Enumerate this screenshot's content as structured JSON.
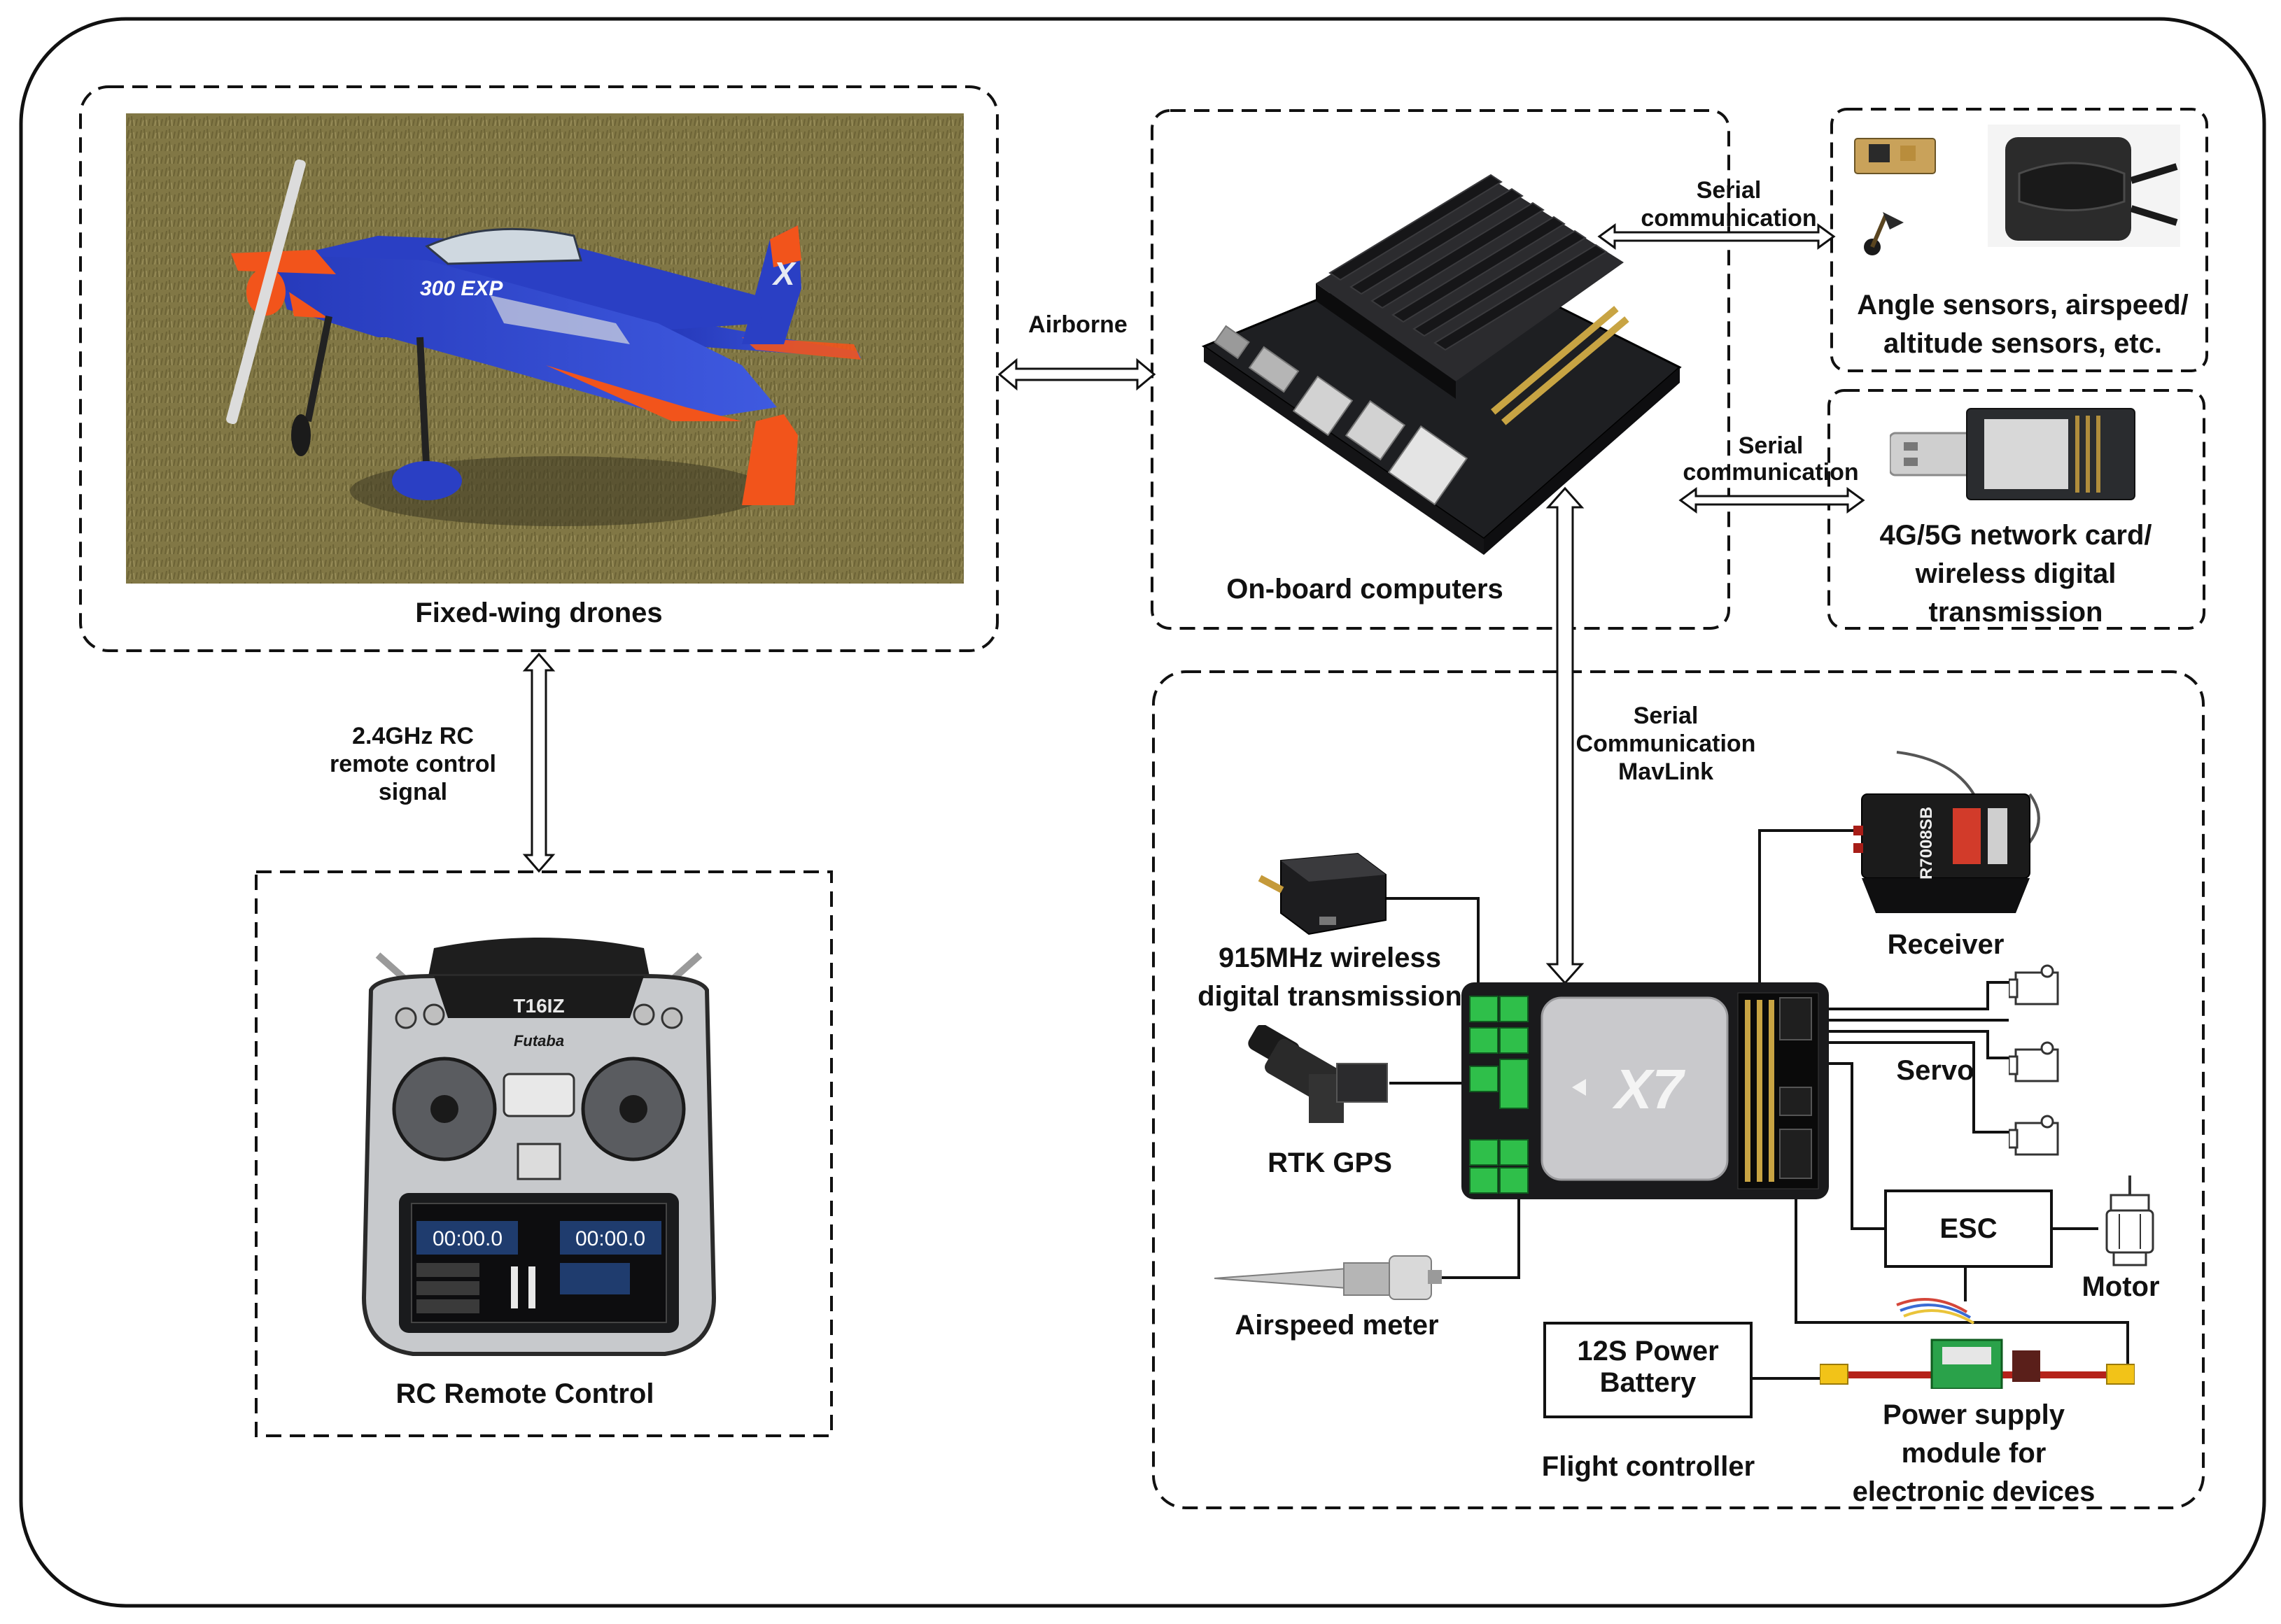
{
  "labels": {
    "fixed_wing": "Fixed-wing drones",
    "rc_remote": "RC Remote Control",
    "onboard": "On-board computers",
    "sensors_line1": "Angle sensors, airspeed/",
    "sensors_line2": "altitude sensors, etc.",
    "network_line1": "4G/5G network card/",
    "network_line2": "wireless digital",
    "network_line3": "transmission",
    "airborne": "Airborne",
    "serial1_line1": "Serial",
    "serial1_line2": "communication",
    "serial2_line1": "Serial",
    "serial2_line2": "communication",
    "rc_signal_line1": "2.4GHz RC",
    "rc_signal_line2": "remote control",
    "rc_signal_line3": "signal",
    "mavlink_line1": "Serial",
    "mavlink_line2": "Communication",
    "mavlink_line3": "MavLink",
    "wireless915_line1": "915MHz wireless",
    "wireless915_line2": "digital transmission",
    "rtk": "RTK GPS",
    "airspeed": "Airspeed meter",
    "receiver": "Receiver",
    "servo": "Servo",
    "esc": "ESC",
    "motor": "Motor",
    "battery_line1": "12S Power",
    "battery_line2": "Battery",
    "flight_controller": "Flight controller",
    "power_line1": "Power supply",
    "power_line2": "module for",
    "power_line3": "electronic devices"
  },
  "device_text": {
    "plane_brand": "X",
    "plane_model": "300 EXP",
    "fc_model": "X7",
    "transmitter_model": "T16IZ",
    "transmitter_brand": "Futaba",
    "screen_timer_left": "00:00.0",
    "screen_timer_right": "00:00.0",
    "receiver_model": "R7008SB"
  },
  "colors": {
    "grass": "#8a7c45",
    "plane_blue": "#2a3fc4",
    "plane_orange": "#f2541b",
    "fc_body": "#c9c9cc",
    "connector_green": "#2fbf4a",
    "heatsink": "#1f1f1f",
    "xt60": "#f2c318",
    "cable_red": "#b5221a"
  }
}
